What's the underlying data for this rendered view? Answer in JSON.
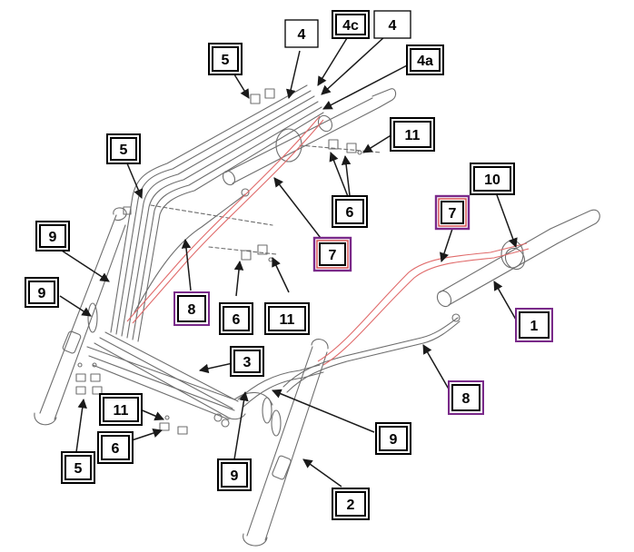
{
  "diagram": {
    "title": "",
    "colors": {
      "line": "#1a1a1a",
      "part": "#6e6e6e",
      "red_hose": "#e06b6b",
      "purple_box": "#7a2a8a",
      "red_outline": "#d24a4a",
      "black_box": "#000000"
    },
    "callouts": [
      {
        "id": "c4-top",
        "label": "4",
        "style": "plain"
      },
      {
        "id": "c4c",
        "label": "4c",
        "style": "double"
      },
      {
        "id": "c4-right",
        "label": "4",
        "style": "plain"
      },
      {
        "id": "c5-top",
        "label": "5",
        "style": "double"
      },
      {
        "id": "c4a",
        "label": "4a",
        "style": "double"
      },
      {
        "id": "c11-top",
        "label": "11",
        "style": "double"
      },
      {
        "id": "c5-left",
        "label": "5",
        "style": "double"
      },
      {
        "id": "c10",
        "label": "10",
        "style": "double"
      },
      {
        "id": "c7-right",
        "label": "7",
        "style": "purple-red"
      },
      {
        "id": "c6-top",
        "label": "6",
        "style": "double"
      },
      {
        "id": "c9-upper",
        "label": "9",
        "style": "double"
      },
      {
        "id": "c7-center",
        "label": "7",
        "style": "purple-red"
      },
      {
        "id": "c9-left",
        "label": "9",
        "style": "double"
      },
      {
        "id": "c8-left",
        "label": "8",
        "style": "purple"
      },
      {
        "id": "c6-mid",
        "label": "6",
        "style": "double"
      },
      {
        "id": "c11-mid",
        "label": "11",
        "style": "double"
      },
      {
        "id": "c1",
        "label": "1",
        "style": "purple"
      },
      {
        "id": "c3",
        "label": "3",
        "style": "double"
      },
      {
        "id": "c8-right",
        "label": "8",
        "style": "purple"
      },
      {
        "id": "c11-low",
        "label": "11",
        "style": "double"
      },
      {
        "id": "c9-lowright",
        "label": "9",
        "style": "double"
      },
      {
        "id": "c6-low",
        "label": "6",
        "style": "double"
      },
      {
        "id": "c5-low",
        "label": "5",
        "style": "double"
      },
      {
        "id": "c9-bottom",
        "label": "9",
        "style": "double"
      },
      {
        "id": "c2",
        "label": "2",
        "style": "double"
      }
    ]
  }
}
